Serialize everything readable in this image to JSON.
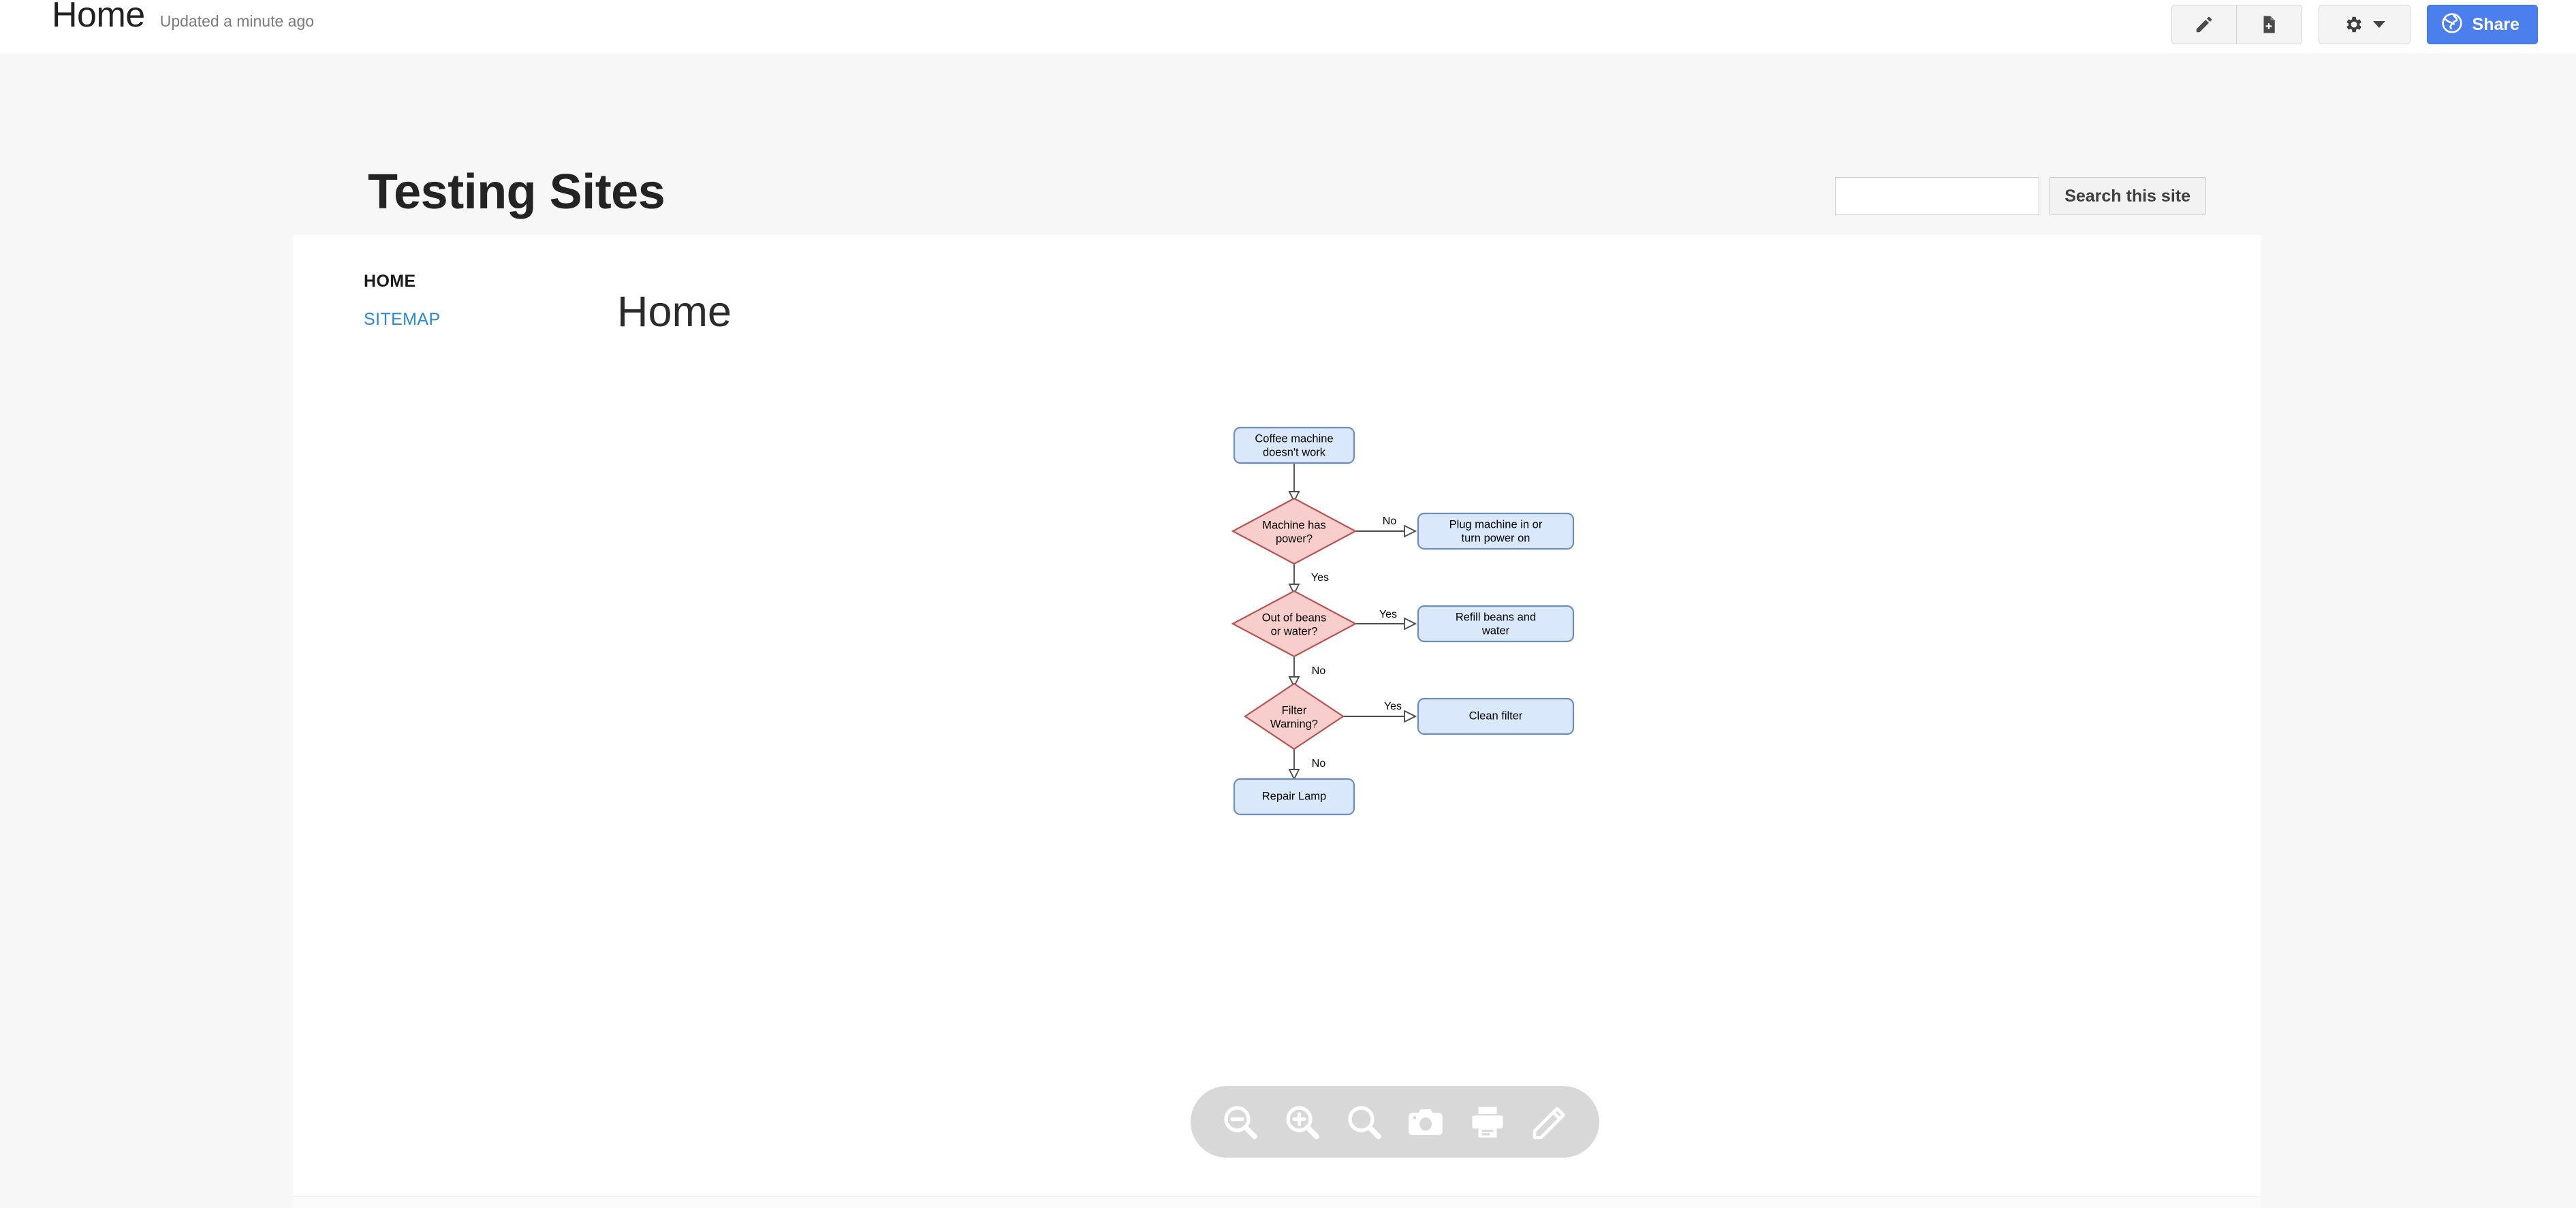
{
  "app_bar": {
    "title": "Home",
    "subtitle": "Updated a minute ago",
    "edit_icon": "pencil-icon",
    "new_page_icon": "page-add-icon",
    "settings_icon": "gear-icon",
    "dropdown_icon": "caret-down-icon",
    "share_icon": "globe-icon",
    "share_label": "Share"
  },
  "site_header": {
    "title": "Testing Sites",
    "search_value": "",
    "search_placeholder": "",
    "search_button_label": "Search this site"
  },
  "sidebar": {
    "items": [
      {
        "label": "HOME",
        "state": "active"
      },
      {
        "label": "SITEMAP",
        "state": "link"
      }
    ]
  },
  "page": {
    "title": "Home"
  },
  "chart_data": {
    "type": "diagram",
    "diagram_kind": "flowchart",
    "title": "Coffee machine troubleshooting flowchart",
    "nodes": [
      {
        "id": "start",
        "shape": "rounded-rect",
        "label": "Coffee machine doesn't work",
        "fill": "#dae8fc",
        "stroke": "#6c8ebf"
      },
      {
        "id": "power",
        "shape": "diamond",
        "label": "Machine has power?",
        "fill": "#f8cecc",
        "stroke": "#b85450"
      },
      {
        "id": "plug",
        "shape": "rounded-rect",
        "label": "Plug machine in or turn power on",
        "fill": "#dae8fc",
        "stroke": "#6c8ebf"
      },
      {
        "id": "beans",
        "shape": "diamond",
        "label": "Out of beans or water?",
        "fill": "#f8cecc",
        "stroke": "#b85450"
      },
      {
        "id": "refill",
        "shape": "rounded-rect",
        "label": "Refill beans and water",
        "fill": "#dae8fc",
        "stroke": "#6c8ebf"
      },
      {
        "id": "filter",
        "shape": "diamond",
        "label": "Filter Warning?",
        "fill": "#f8cecc",
        "stroke": "#b85450"
      },
      {
        "id": "clean",
        "shape": "rounded-rect",
        "label": "Clean filter",
        "fill": "#dae8fc",
        "stroke": "#6c8ebf"
      },
      {
        "id": "repair",
        "shape": "rounded-rect",
        "label": "Repair Lamp",
        "fill": "#dae8fc",
        "stroke": "#6c8ebf"
      }
    ],
    "edges": [
      {
        "from": "start",
        "to": "power",
        "label": ""
      },
      {
        "from": "power",
        "to": "plug",
        "label": "No"
      },
      {
        "from": "power",
        "to": "beans",
        "label": "Yes"
      },
      {
        "from": "beans",
        "to": "refill",
        "label": "Yes"
      },
      {
        "from": "beans",
        "to": "filter",
        "label": "No"
      },
      {
        "from": "filter",
        "to": "clean",
        "label": "Yes"
      },
      {
        "from": "filter",
        "to": "repair",
        "label": "No"
      }
    ],
    "node_labels": {
      "start_line1": "Coffee machine",
      "start_line2": "doesn't work",
      "power_line1": "Machine has",
      "power_line2": "power?",
      "plug_line1": "Plug machine in or",
      "plug_line2": "turn power on",
      "beans_line1": "Out of beans",
      "beans_line2": "or water?",
      "refill_line1": "Refill beans and",
      "refill_line2": "water",
      "filter_line1": "Filter",
      "filter_line2": "Warning?",
      "clean_line1": "Clean filter",
      "repair_line1": "Repair Lamp"
    },
    "edge_labels": {
      "power_no": "No",
      "power_yes": "Yes",
      "beans_yes": "Yes",
      "beans_no": "No",
      "filter_yes": "Yes",
      "filter_no": "No"
    }
  },
  "diagram_toolbar": {
    "buttons": [
      {
        "name": "zoom-out-icon",
        "tooltip": "Zoom Out"
      },
      {
        "name": "zoom-in-icon",
        "tooltip": "Zoom In"
      },
      {
        "name": "fit-page-icon",
        "tooltip": "Fit Page"
      },
      {
        "name": "camera-icon",
        "tooltip": "Screenshot"
      },
      {
        "name": "print-icon",
        "tooltip": "Print"
      },
      {
        "name": "edit-pencil-icon",
        "tooltip": "Edit"
      }
    ]
  },
  "colors": {
    "page_background": "#f7f7f7",
    "panel_background": "#ffffff",
    "accent_blue": "#4b7fee",
    "link_blue": "#2b87d4",
    "node_fill_blue": "#dae8fc",
    "node_stroke_blue": "#6c8ebf",
    "node_fill_red": "#f8cecc",
    "node_stroke_red": "#b85450",
    "toolbar_pill": "#d8d8d8"
  }
}
